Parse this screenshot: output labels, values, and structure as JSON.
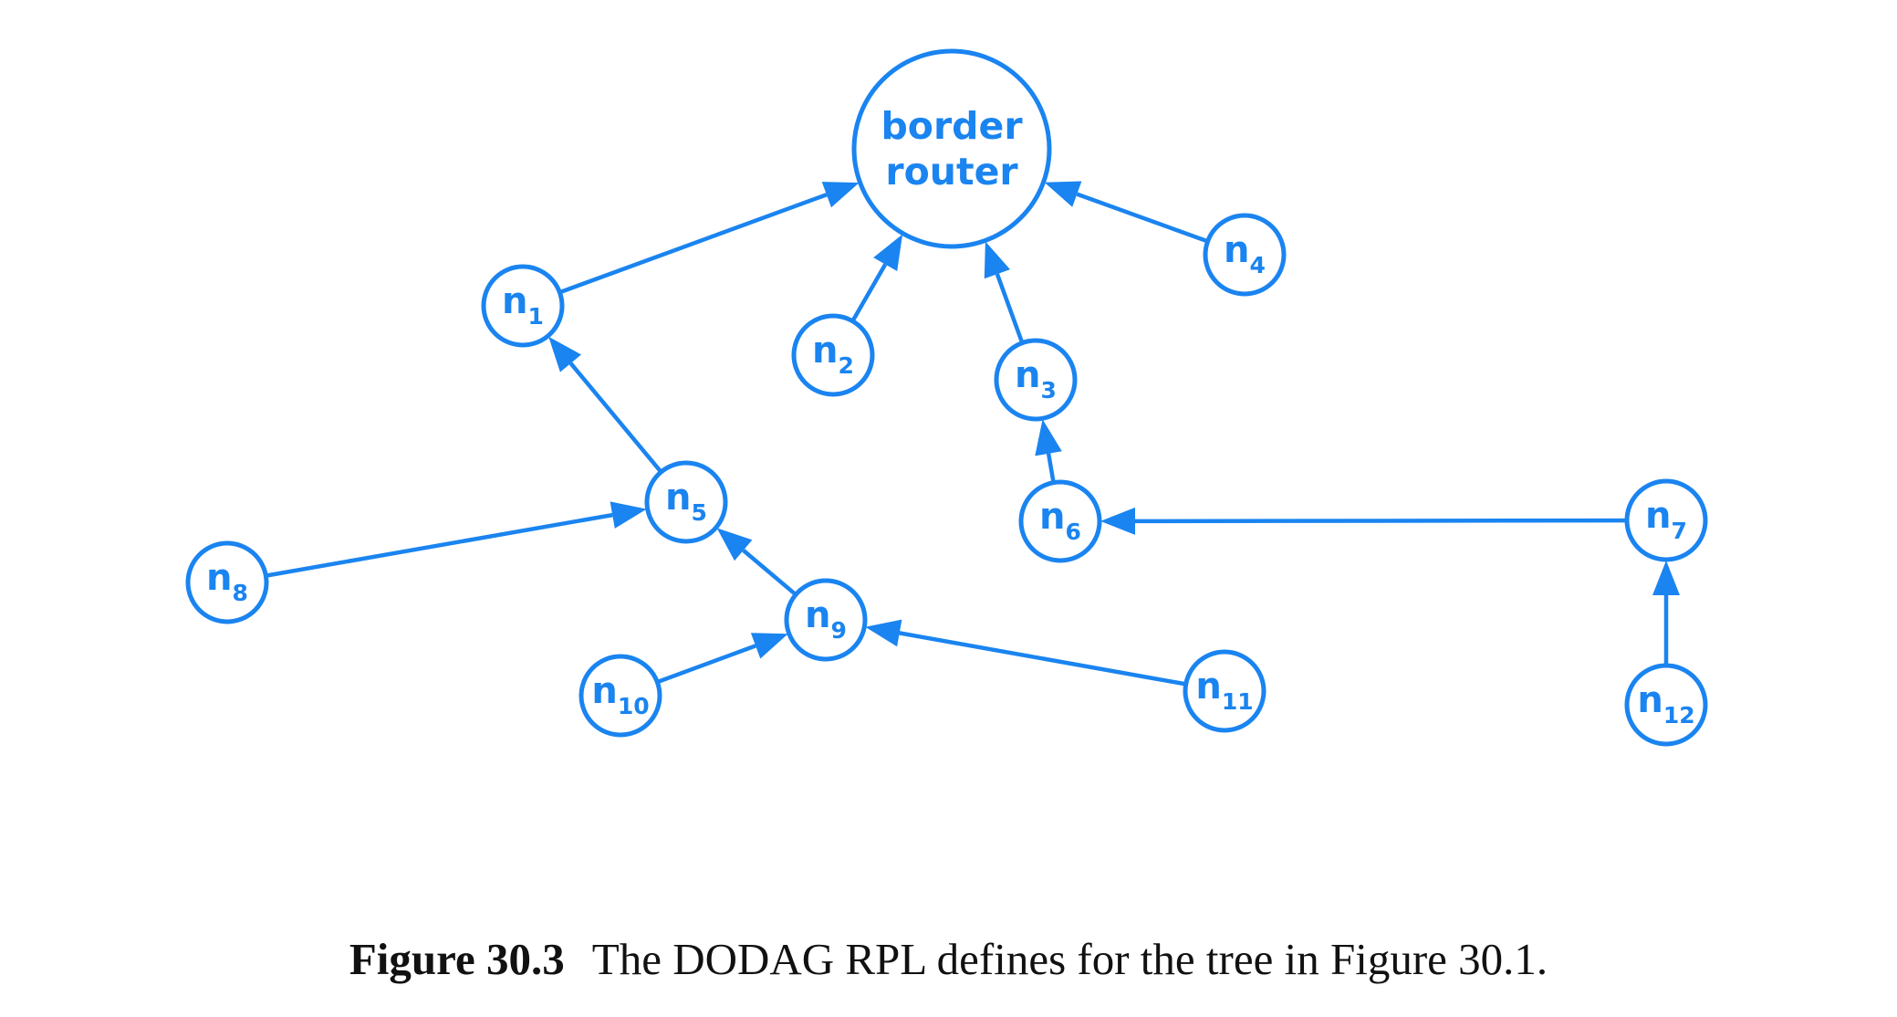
{
  "colors": {
    "accent": "#1a84f0",
    "caption_text": "#111111",
    "background": "#ffffff"
  },
  "root": {
    "id": "border_router",
    "label_lines": [
      "border",
      "router"
    ]
  },
  "nodes": [
    {
      "id": "n1",
      "base": "n",
      "sub": "1"
    },
    {
      "id": "n2",
      "base": "n",
      "sub": "2"
    },
    {
      "id": "n3",
      "base": "n",
      "sub": "3"
    },
    {
      "id": "n4",
      "base": "n",
      "sub": "4"
    },
    {
      "id": "n5",
      "base": "n",
      "sub": "5"
    },
    {
      "id": "n6",
      "base": "n",
      "sub": "6"
    },
    {
      "id": "n7",
      "base": "n",
      "sub": "7"
    },
    {
      "id": "n8",
      "base": "n",
      "sub": "8"
    },
    {
      "id": "n9",
      "base": "n",
      "sub": "9"
    },
    {
      "id": "n10",
      "base": "n",
      "sub": "10"
    },
    {
      "id": "n11",
      "base": "n",
      "sub": "11"
    },
    {
      "id": "n12",
      "base": "n",
      "sub": "12"
    }
  ],
  "edges": [
    {
      "from": "n1",
      "to": "border_router"
    },
    {
      "from": "n2",
      "to": "border_router"
    },
    {
      "from": "n3",
      "to": "border_router"
    },
    {
      "from": "n4",
      "to": "border_router"
    },
    {
      "from": "n5",
      "to": "n1"
    },
    {
      "from": "n6",
      "to": "n3"
    },
    {
      "from": "n7",
      "to": "n6"
    },
    {
      "from": "n8",
      "to": "n5"
    },
    {
      "from": "n9",
      "to": "n5"
    },
    {
      "from": "n10",
      "to": "n9"
    },
    {
      "from": "n11",
      "to": "n9"
    },
    {
      "from": "n12",
      "to": "n7"
    }
  ],
  "caption": {
    "label": "Figure 30.3",
    "text": "The DODAG RPL defines for the tree in Figure 30.1."
  }
}
